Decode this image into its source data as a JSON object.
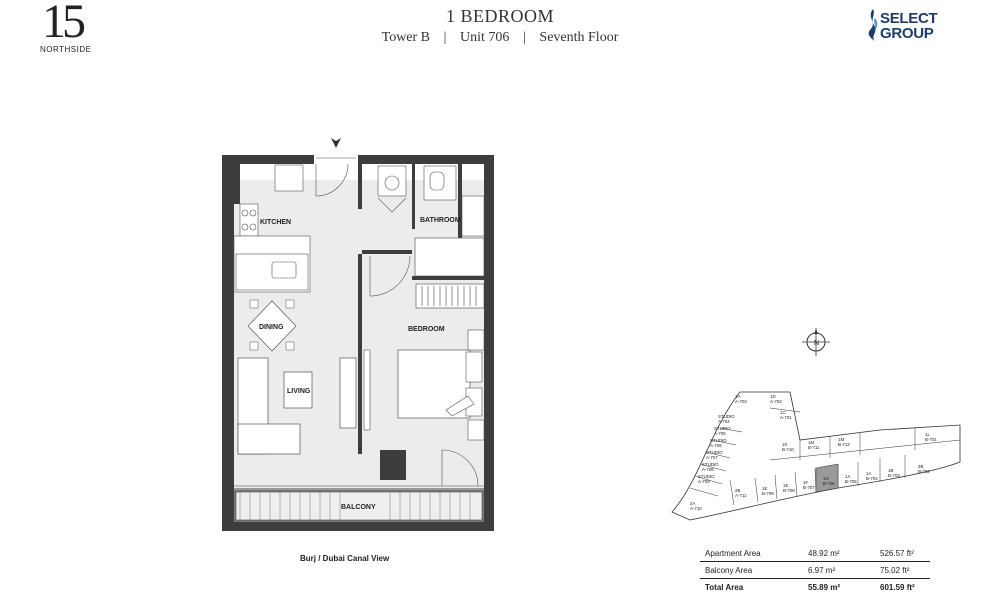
{
  "header": {
    "logo_number": "15",
    "logo_text": "NORTHSIDE",
    "title": "1 BEDROOM",
    "tower": "Tower B",
    "unit": "Unit 706",
    "floor": "Seventh Floor",
    "separator": "|",
    "brand_line1": "SELECT",
    "brand_line2": "GROUP"
  },
  "plan": {
    "rooms": {
      "kitchen": "KITCHEN",
      "bathroom": "BATHROOM",
      "bedroom": "BEDROOM",
      "dining": "DINING",
      "living": "LIVING",
      "balcony": "BALCONY"
    },
    "view_caption": "Burj / Dubai Canal View",
    "compass_label": "N"
  },
  "key_plan": {
    "units": [
      {
        "name": "1A",
        "code": "A-703"
      },
      {
        "name": "1D",
        "code": "A-702"
      },
      {
        "name": "1C",
        "code": "A-701"
      },
      {
        "name": "STUDIO",
        "code": "A-704"
      },
      {
        "name": "STUDIO",
        "code": "A-705"
      },
      {
        "name": "STUDIO",
        "code": "A-706"
      },
      {
        "name": "STUDIO",
        "code": "A-707"
      },
      {
        "name": "STUDIO",
        "code": "A-708"
      },
      {
        "name": "STUDIO",
        "code": "A-709"
      },
      {
        "name": "2A",
        "code": "A-710"
      },
      {
        "name": "2B",
        "code": "A-711"
      },
      {
        "name": "1E",
        "code": "B-709"
      },
      {
        "name": "1E",
        "code": "B-708"
      },
      {
        "name": "1F",
        "code": "B-707"
      },
      {
        "name": "1G",
        "code": "B-706"
      },
      {
        "name": "1A",
        "code": "B-705"
      },
      {
        "name": "1A",
        "code": "B-704"
      },
      {
        "name": "1B",
        "code": "B-703"
      },
      {
        "name": "3B",
        "code": "B-702"
      },
      {
        "name": "1K",
        "code": "B-710"
      },
      {
        "name": "1M",
        "code": "B-711"
      },
      {
        "name": "1M",
        "code": "B-712"
      },
      {
        "name": "1L",
        "code": "B-701"
      }
    ],
    "highlight": "B-706",
    "highlight_color": "#9a9a9a"
  },
  "areas": {
    "rows": [
      {
        "label": "Apartment Area",
        "sqm": "48.92 m²",
        "sqft": "526.57 ft²"
      },
      {
        "label": "Balcony Area",
        "sqm": "6.97 m²",
        "sqft": "75.02 ft²"
      }
    ],
    "total": {
      "label": "Total Area",
      "sqm": "55.89 m²",
      "sqft": "601.59 ft²"
    }
  },
  "colors": {
    "wall": "#3d3d3d",
    "floor": "#ececec",
    "brand": "#1d3e67"
  }
}
